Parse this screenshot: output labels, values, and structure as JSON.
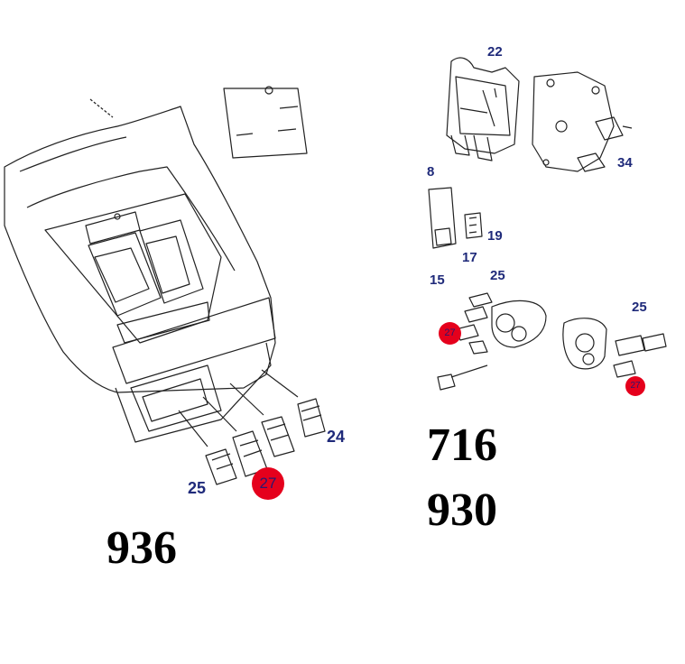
{
  "left_view": {
    "callouts": {
      "c24": "24",
      "c25": "25"
    },
    "badge": "27",
    "model": "936"
  },
  "right_view": {
    "callouts": {
      "c22": "22",
      "c34": "34",
      "c8": "8",
      "c19": "19",
      "c17": "17",
      "c15": "15",
      "c25a": "25",
      "c25b": "25"
    },
    "badges": {
      "b1": "27",
      "b2": "27"
    },
    "models": {
      "m1": "716",
      "m2": "930"
    }
  },
  "colors": {
    "badge": "#e5001c",
    "callout": "#1f2a7a",
    "line": "#222222"
  }
}
